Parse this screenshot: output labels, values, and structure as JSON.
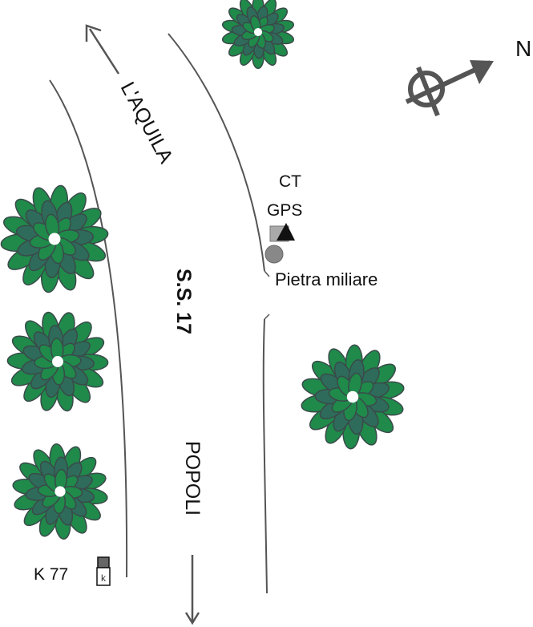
{
  "labels": {
    "north": "N",
    "direction_top": "L'AQUILA",
    "road_name": "S.S. 17",
    "direction_bottom": "POPOLI",
    "station_ct": "CT",
    "station_gps": "GPS",
    "milestone": "Pietra miliare",
    "km_marker": "K 77",
    "km_sign_letter": "k"
  },
  "colors": {
    "road_edge": "#555555",
    "arrow": "#555555",
    "compass": "#555555",
    "tree_leaf": "#1f8a4a",
    "tree_leaf_shade": "#2f6b5a",
    "tree_outline": "#3a4a4a",
    "milestone_fill": "#888888",
    "gps_fill": "#aaaaaa",
    "ct_fill": "#111111"
  },
  "icons": [
    "tree-icon",
    "compass-north-arrow-icon",
    "gps-square-icon",
    "ct-triangle-icon",
    "milestone-circle-icon",
    "km-sign-icon"
  ]
}
